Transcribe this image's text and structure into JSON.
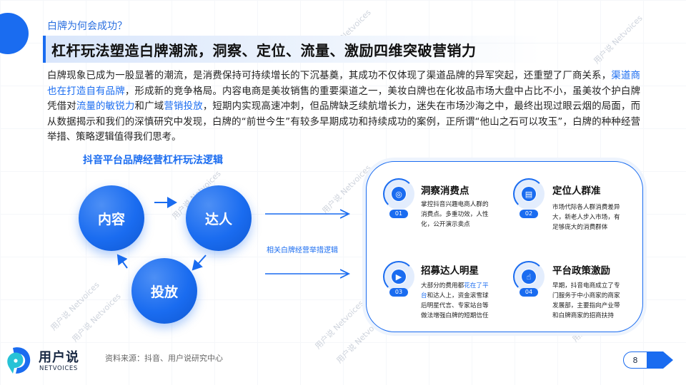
{
  "header": {
    "section_label": "白牌为何会成功？",
    "title": "杠杆玩法塑造白牌潮流，洞察、定位、流量、激励四维突破营销力"
  },
  "paragraph": {
    "p1": "白牌现象已成为一股显著的潮流，是消费保持可持续增长的下沉基奠，其成功不仅体现了渠道品牌的异军突起，还重塑了厂商关系，",
    "h1": "渠道商也在打造自有品牌",
    "p2": "，形成新的竞争格局。内容电商是美妆销售的重要渠道之一，美妆白牌也在化妆品市场大盘中占比不小，虽美妆个护白牌凭借对",
    "h2": "流量的敏锐力",
    "p3": "和广域",
    "h3": "营销投放",
    "p4": "，短期内实现高速冲刺，但品牌缺乏续航增长力，迷失在市场沙海之中，最终出现过眼云烟的局面，而从数据揭示和我们的深慎研究中发现，白牌的“前世今生”有较多早期成功和持续成功的案例，正所谓“他山之石可以攻玉”，白牌的种种经营举措、策略逻辑值得我们思考。"
  },
  "diagram": {
    "title": "抖音平台品牌经营杠杆玩法逻辑",
    "nodes": [
      "内容",
      "达人",
      "投放"
    ],
    "mid_label": "相关白牌经营举措逻辑"
  },
  "items": [
    {
      "num": "01",
      "title": "洞察消费点",
      "icon": "target-icon",
      "desc_pre": "掌控抖音兴趣电商人群的消费点。多重功效，人性化，公开演示卖点",
      "desc_hl": "",
      "desc_post": ""
    },
    {
      "num": "02",
      "title": "定位人群准",
      "icon": "chat-icon",
      "desc_pre": "市场代际各人群消费差异大，新老人步入市场，有足够庞大的消费群体",
      "desc_hl": "",
      "desc_post": ""
    },
    {
      "num": "03",
      "title": "招募达人明星",
      "icon": "video-icon",
      "desc_pre": "大部分的费用都",
      "desc_hl": "花在了平台",
      "desc_post": "和达人上，资金滚雪球后明星代言、专家站台等做法增强白牌的短期信任"
    },
    {
      "num": "04",
      "title": "平台政策激励",
      "icon": "pointer-icon",
      "desc_pre": "早期，抖音电商成立了专门服务于中小商家的商家发展部，主要指向产业带和白牌商家的招商扶持",
      "desc_hl": "",
      "desc_post": ""
    }
  ],
  "footer": {
    "logo_cn": "用户说",
    "logo_en": "NETVOICES",
    "source": "资料来源：抖音、用户说研究中心",
    "page": "8"
  },
  "watermark_text": "用户说 Netvoices",
  "colors": {
    "accent": "#1a6cf0",
    "text": "#222222"
  }
}
